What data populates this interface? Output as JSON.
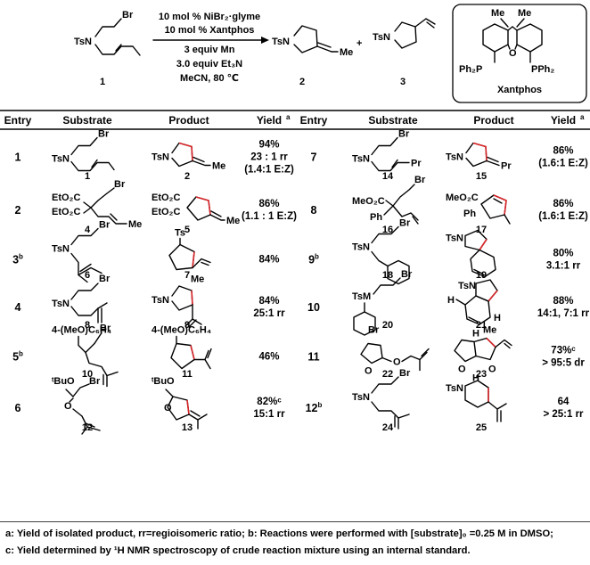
{
  "scheme": {
    "substrate": "1",
    "product_a": "2",
    "product_b": "3",
    "plus": "+",
    "conditions": [
      "10 mol % NiBr₂·glyme",
      "10 mol % Xantphos",
      "3 equiv Mn",
      "3.0 equiv Et₃N",
      "MeCN, 80 ℃"
    ],
    "ligand": "Xantphos",
    "ligand_me": "Me",
    "ligand_o": "O",
    "ligand_p1": "Ph₂P",
    "ligand_p2": "PPh₂"
  },
  "table": {
    "headers": {
      "entry": "Entry",
      "substrate": "Substrate",
      "product": "Product",
      "yield": "Yield",
      "yield_sup": "a"
    },
    "rows": [
      {
        "entry": "1",
        "sup": "",
        "sub_num": "1",
        "prod_num": "2",
        "yield": [
          "94%",
          "23 : 1 rr",
          "(1.4:1 E:Z)"
        ]
      },
      {
        "entry": "2",
        "sup": "",
        "sub_num": "4",
        "prod_num": "5",
        "yield": [
          "86%",
          "(1.1 : 1 E:Z)"
        ]
      },
      {
        "entry": "3",
        "sup": "b",
        "sub_num": "6",
        "prod_num": "7",
        "yield": [
          "84%"
        ]
      },
      {
        "entry": "4",
        "sup": "",
        "sub_num": "8",
        "prod_num": "9",
        "yield": [
          "84%",
          "25:1 rr"
        ]
      },
      {
        "entry": "5",
        "sup": "b",
        "sub_num": "10",
        "prod_num": "11",
        "yield": [
          "46%"
        ]
      },
      {
        "entry": "6",
        "sup": "",
        "sub_num": "12",
        "prod_num": "13",
        "yield": [
          "82%ᶜ",
          "15:1 rr"
        ]
      },
      {
        "entry": "7",
        "sup": "",
        "sub_num": "14",
        "prod_num": "15",
        "yield": [
          "86%",
          "(1.6:1 E:Z)"
        ]
      },
      {
        "entry": "8",
        "sup": "",
        "sub_num": "16",
        "prod_num": "17",
        "yield": [
          "86%",
          "(1.6:1 E:Z)"
        ]
      },
      {
        "entry": "9",
        "sup": "b",
        "sub_num": "18",
        "prod_num": "19",
        "yield": [
          "80%",
          "3.1:1 rr"
        ]
      },
      {
        "entry": "10",
        "sup": "",
        "sub_num": "20",
        "prod_num": "21",
        "yield": [
          "88%",
          "14:1, 7:1 rr"
        ]
      },
      {
        "entry": "11",
        "sup": "",
        "sub_num": "22",
        "prod_num": "23",
        "yield": [
          "73%ᶜ",
          "> 95:5 dr"
        ]
      },
      {
        "entry": "12",
        "sup": "b",
        "sub_num": "24",
        "prod_num": "25",
        "yield": [
          "64",
          "> 25:1 rr"
        ]
      }
    ]
  },
  "labels": {
    "Ts": "Ts",
    "TsN": "TsN",
    "TsM": "TsM",
    "Br": "Br",
    "Me": "Me",
    "Pr": "Pr",
    "Ph": "Ph",
    "H": "H",
    "O": "O",
    "CO2Et_a": "EtO₂C",
    "CO2Et_b": "EtO₂C",
    "MeO2C": "MeO₂C",
    "ArOMe": "4-(MeO)C₆H₄",
    "tBuO": "ᵗBuO"
  },
  "footnotes": [
    "a: Yield of isolated product, rr=regioisomeric ratio; b: Reactions were performed with [substrate]₀ =0.25 M in DMSO;",
    "c: Yield determined by ¹H NMR spectroscopy of crude reaction mixture using an internal standard."
  ]
}
